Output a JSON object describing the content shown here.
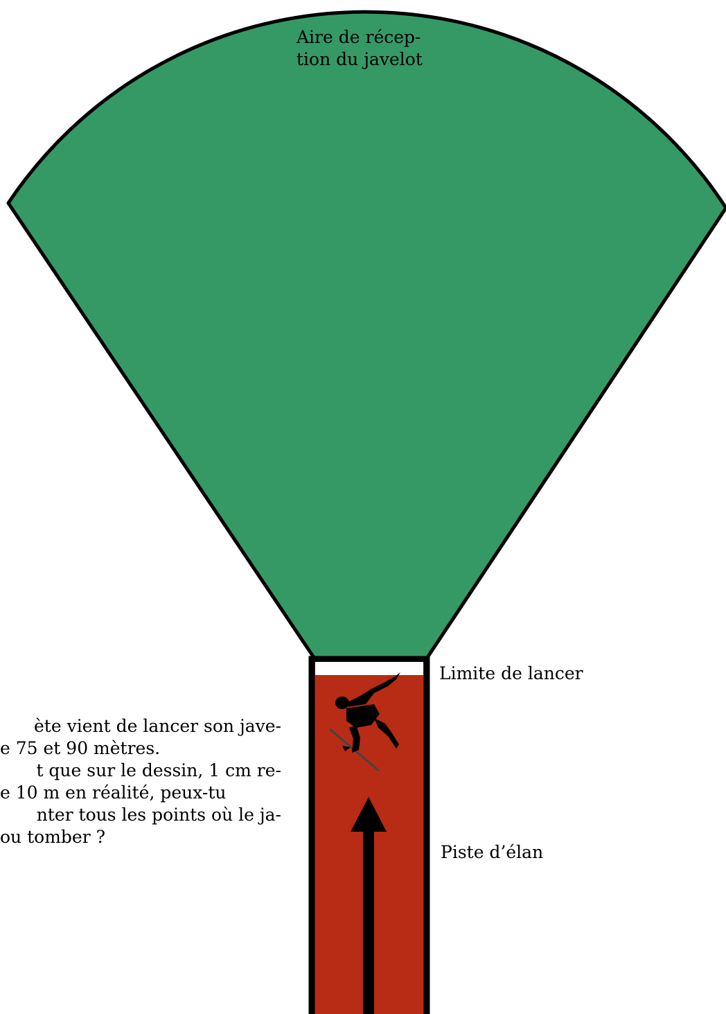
{
  "labels": {
    "reception_area_line1": "Aire de récep-",
    "reception_area_line2": "tion du javelot",
    "throw_limit": "Limite de lancer",
    "runway": "Piste d’élan"
  },
  "problem": {
    "line1": "ète vient de lancer son jave-",
    "line2": "e 75 et 90 mètres.",
    "line3": "t que sur le dessin, 1 cm re-",
    "line4": "e 10 m en réalité, peux-tu",
    "line5": "nter tous les points où le ja-",
    "line6": "ou tomber ?"
  },
  "icons": {
    "athlete": "javelin-thrower-icon",
    "direction": "arrow-up-icon"
  },
  "colors": {
    "field": "#359966",
    "runway": "#b82b14",
    "outline": "#000000",
    "limit_strip": "#ffffff"
  }
}
